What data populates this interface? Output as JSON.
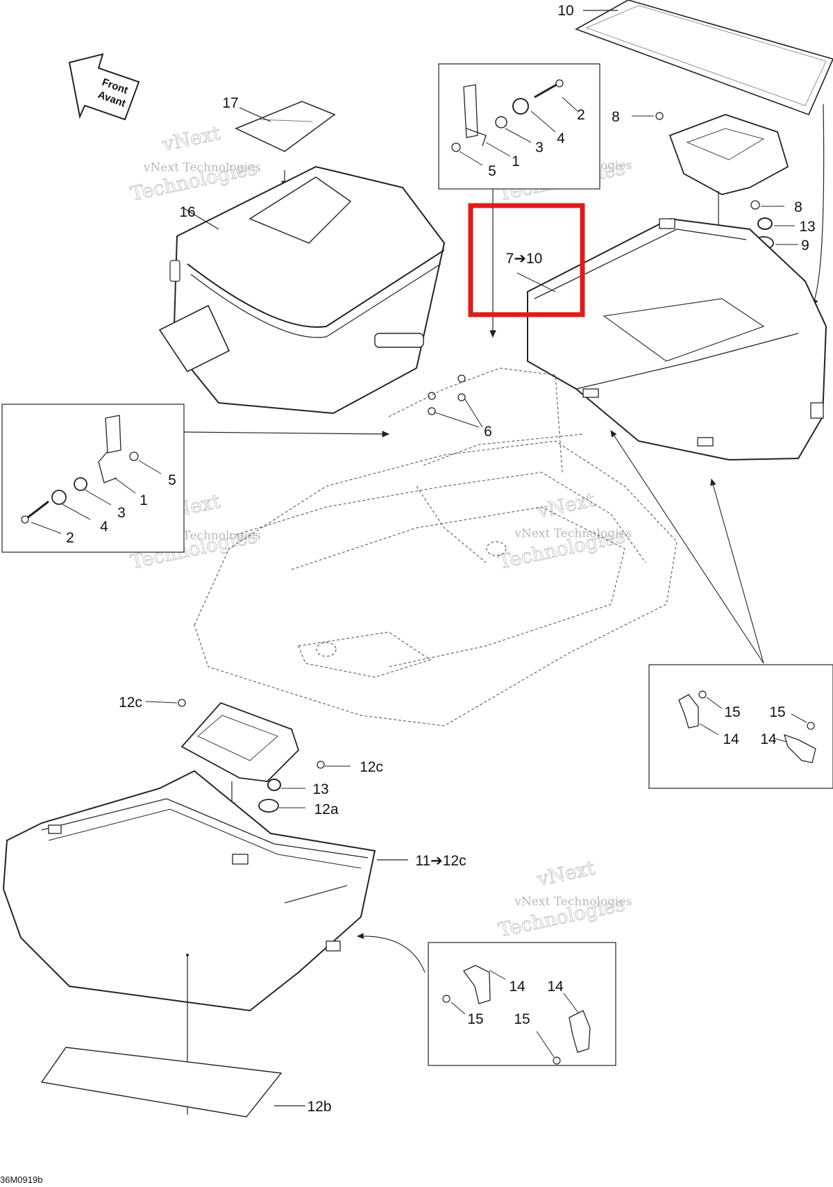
{
  "diagram": {
    "direction_arrow": {
      "line1": "Front",
      "line2": "Avant"
    },
    "callouts": {
      "c10_top": "10",
      "c17": "17",
      "c16": "16",
      "c2_top": "2",
      "c4_top": "4",
      "c3_top": "3",
      "c1_top": "1",
      "c5_top": "5",
      "c8_top": "8",
      "c8_mid": "8",
      "c13_top": "13",
      "c9": "9",
      "c7_10": "7➔10",
      "c6": "6",
      "c5_left": "5",
      "c1_left": "1",
      "c3_left": "3",
      "c4_left": "4",
      "c2_left": "2",
      "c15_r1": "15",
      "c15_r2": "15",
      "c14_r1": "14",
      "c14_r2": "14",
      "c12c_top": "12c",
      "c12c_right": "12c",
      "c13_bottom": "13",
      "c12a": "12a",
      "c11_12c": "11➔12c",
      "c14_b1": "14",
      "c14_b2": "14",
      "c15_b1": "15",
      "c15_b2": "15",
      "c12b": "12b"
    },
    "watermark": {
      "line1": "vNext",
      "line2": "vNext Technologies",
      "line3": "Technologies"
    },
    "figure_code": "36M0919b",
    "highlight_color": "#e01b1b"
  }
}
